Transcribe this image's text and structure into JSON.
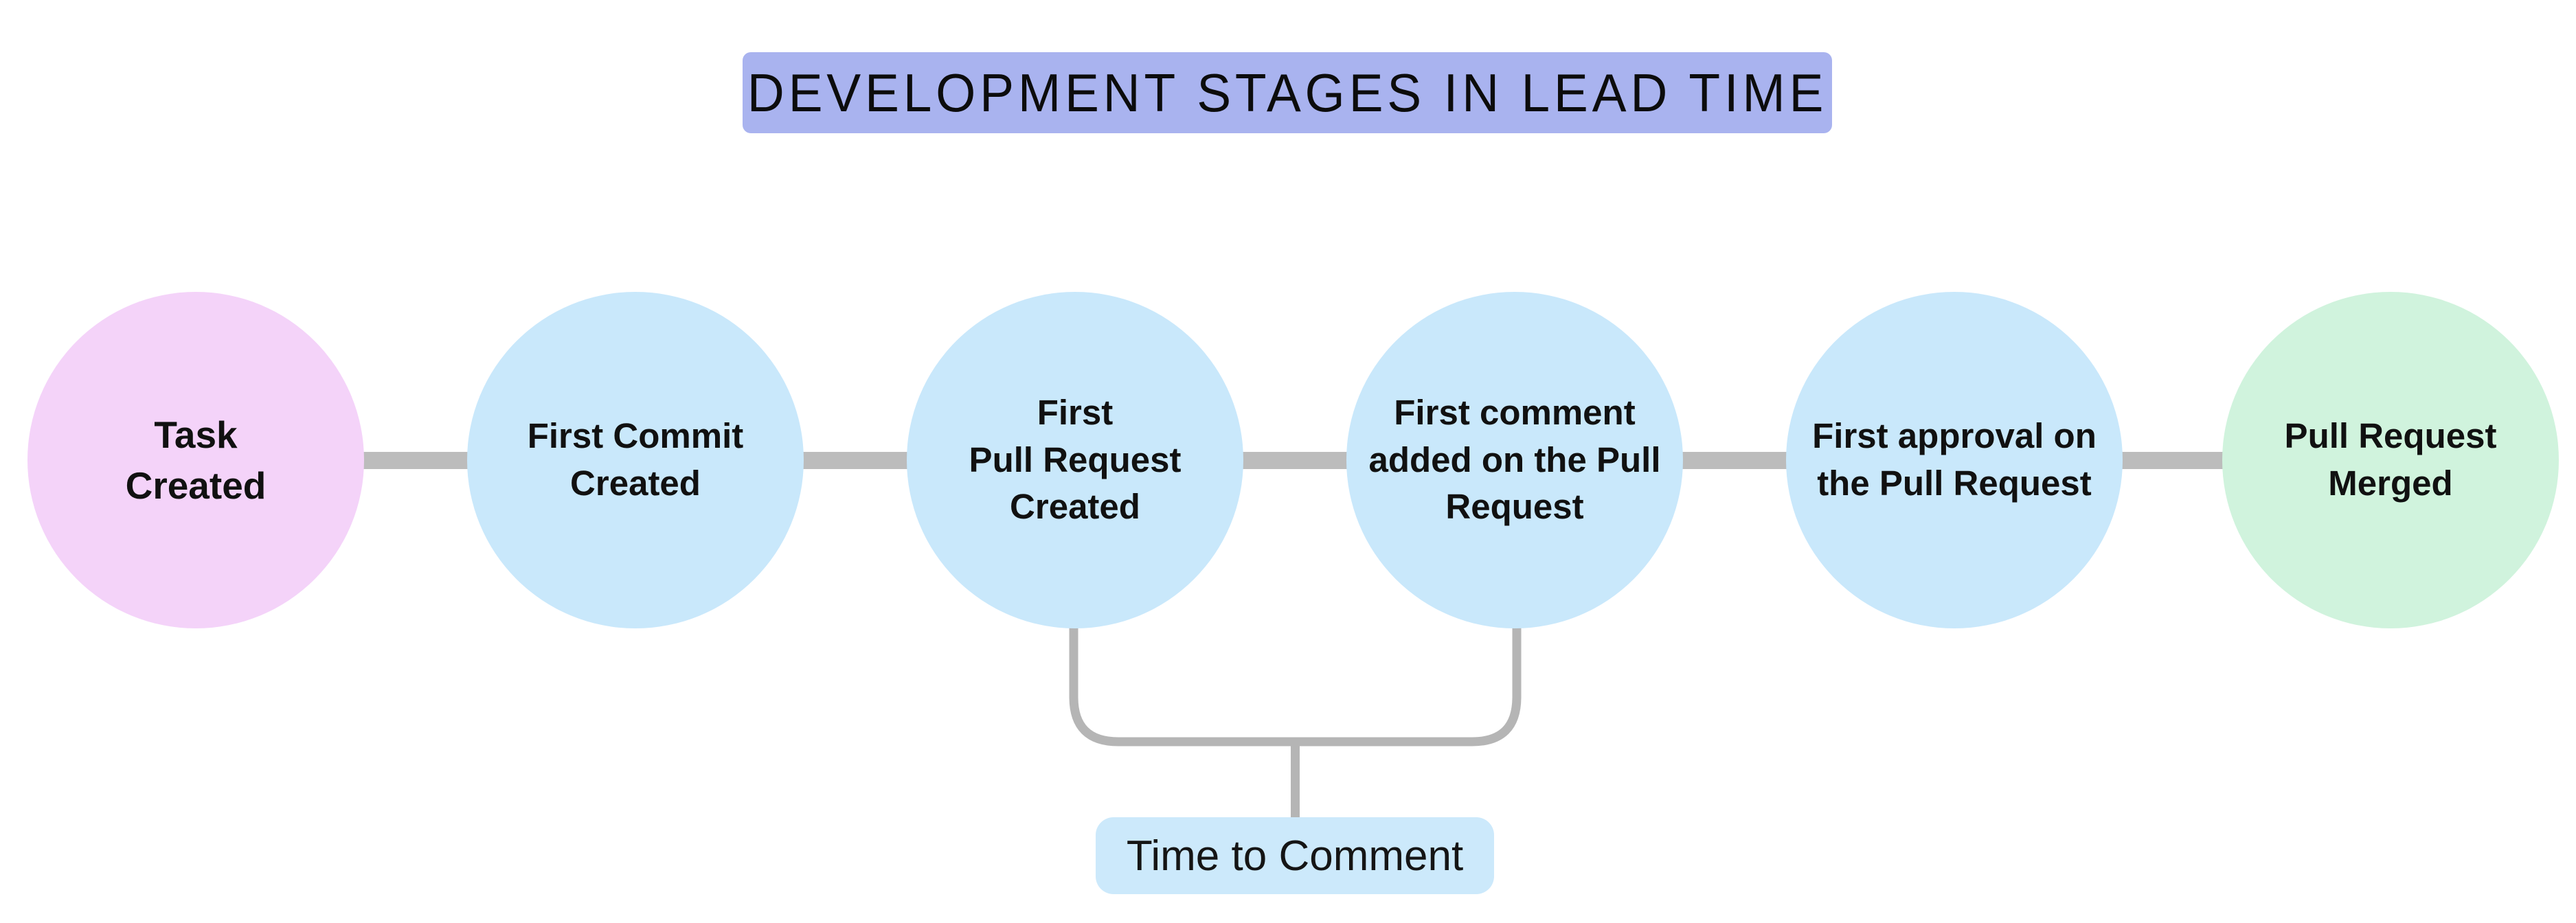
{
  "title": {
    "text": "DEVELOPMENT STAGES IN LEAD TIME",
    "bg_color": "#a9b3ef"
  },
  "stages": [
    {
      "label": "Task\nCreated",
      "fill_color": "#f4d3f9",
      "role": "start"
    },
    {
      "label": "First Commit\nCreated",
      "fill_color": "#c9e8fb",
      "role": "middle"
    },
    {
      "label": "First\nPull Request\nCreated",
      "fill_color": "#c9e8fb",
      "role": "middle"
    },
    {
      "label": "First comment\nadded on the Pull\nRequest",
      "fill_color": "#c9e8fb",
      "role": "middle"
    },
    {
      "label": "First approval on\nthe Pull Request",
      "fill_color": "#c9e8fb",
      "role": "middle"
    },
    {
      "label": "Pull Request\nMerged",
      "fill_color": "#d0f3dd",
      "role": "end"
    }
  ],
  "annotation": {
    "label": "Time to Comment",
    "bg_color": "#cce9fb"
  },
  "connector_color": "#bcbcbc",
  "bracket_color": "#b5b5b5"
}
